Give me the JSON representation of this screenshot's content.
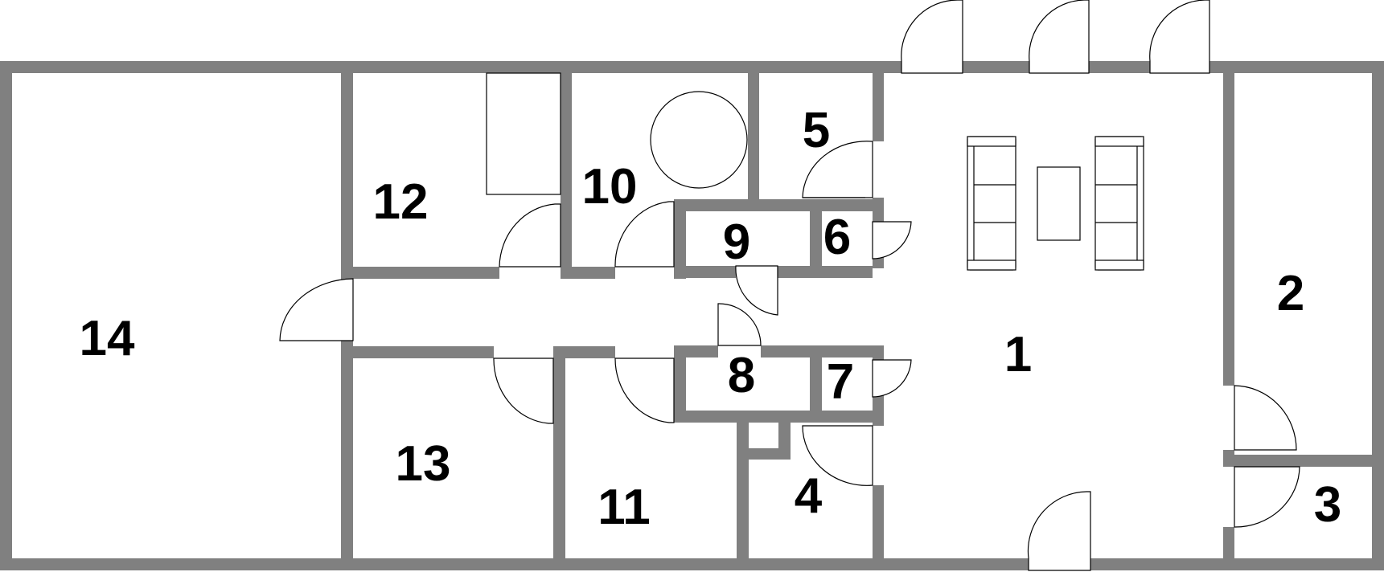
{
  "floor_plan": {
    "wall_color": "#808080",
    "rooms": [
      {
        "id": "room-1",
        "label": "1"
      },
      {
        "id": "room-2",
        "label": "2"
      },
      {
        "id": "room-3",
        "label": "3"
      },
      {
        "id": "room-4",
        "label": "4"
      },
      {
        "id": "room-5",
        "label": "5"
      },
      {
        "id": "room-6",
        "label": "6"
      },
      {
        "id": "room-7",
        "label": "7"
      },
      {
        "id": "room-8",
        "label": "8"
      },
      {
        "id": "room-9",
        "label": "9"
      },
      {
        "id": "room-10",
        "label": "10"
      },
      {
        "id": "room-11",
        "label": "11"
      },
      {
        "id": "room-12",
        "label": "12"
      },
      {
        "id": "room-13",
        "label": "13"
      },
      {
        "id": "room-14",
        "label": "14"
      }
    ]
  }
}
